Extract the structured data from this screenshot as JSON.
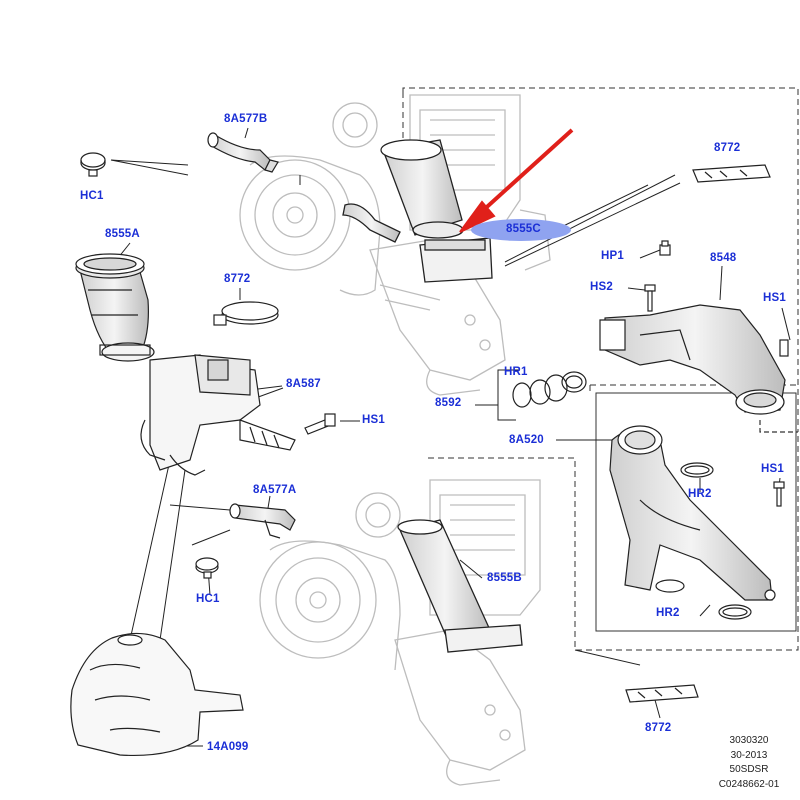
{
  "parts": {
    "8A577B": "8A577B",
    "HC1_top": "HC1",
    "8555A": "8555A",
    "8772_top_left": "8772",
    "8A587": "8A587",
    "HS1_mid": "HS1",
    "8555C": "8555C",
    "8772_top_right": "8772",
    "HP1": "HP1",
    "HS2": "HS2",
    "8548": "8548",
    "HS1_right_top": "HS1",
    "HR1": "HR1",
    "8592": "8592",
    "8A520": "8A520",
    "HR2_upper": "HR2",
    "HS1_right_low": "HS1",
    "8A577A": "8A577A",
    "HC1_bottom": "HC1",
    "8555B": "8555B",
    "HR2_lower": "HR2",
    "8772_bottom": "8772",
    "14A099": "14A099"
  },
  "stamp": {
    "line1": "3030320",
    "line2": "30-2013",
    "line3": "50SDSR",
    "line4": "C0248662-01"
  },
  "colors": {
    "label": "#1b2fd6",
    "highlight": "#8fa3f0",
    "arrow": "#e0201a",
    "line": "#222222",
    "ghost": "#b8b8b8"
  },
  "icons": [
    "pointer-arrow-icon"
  ]
}
